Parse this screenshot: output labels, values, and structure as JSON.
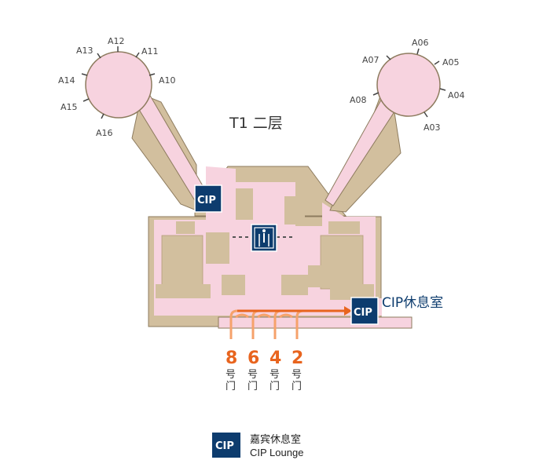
{
  "map": {
    "title": "T1 二层",
    "gates_left": [
      "A13",
      "A12",
      "A11",
      "A10",
      "A14",
      "A15",
      "A16"
    ],
    "gates_right": [
      "A06",
      "A07",
      "A05",
      "A04",
      "A08",
      "A03"
    ],
    "cip_label": "CIP",
    "cip_room_label": "CIP休息室",
    "doors": [
      {
        "num": "8",
        "hao": "号",
        "men": "门"
      },
      {
        "num": "6",
        "hao": "号",
        "men": "门"
      },
      {
        "num": "4",
        "hao": "号",
        "men": "门"
      },
      {
        "num": "2",
        "hao": "号",
        "men": "门"
      }
    ],
    "elevator_icon": "elevator-icon"
  },
  "legend": {
    "badge": "CIP",
    "zh": "嘉宾休息室",
    "en": "CIP Lounge"
  },
  "colors": {
    "pink": "#f7d3df",
    "tan": "#d2bf9e",
    "navy": "#0d3c6e",
    "orange": "#e8641e",
    "light_orange": "#f6a26b"
  }
}
